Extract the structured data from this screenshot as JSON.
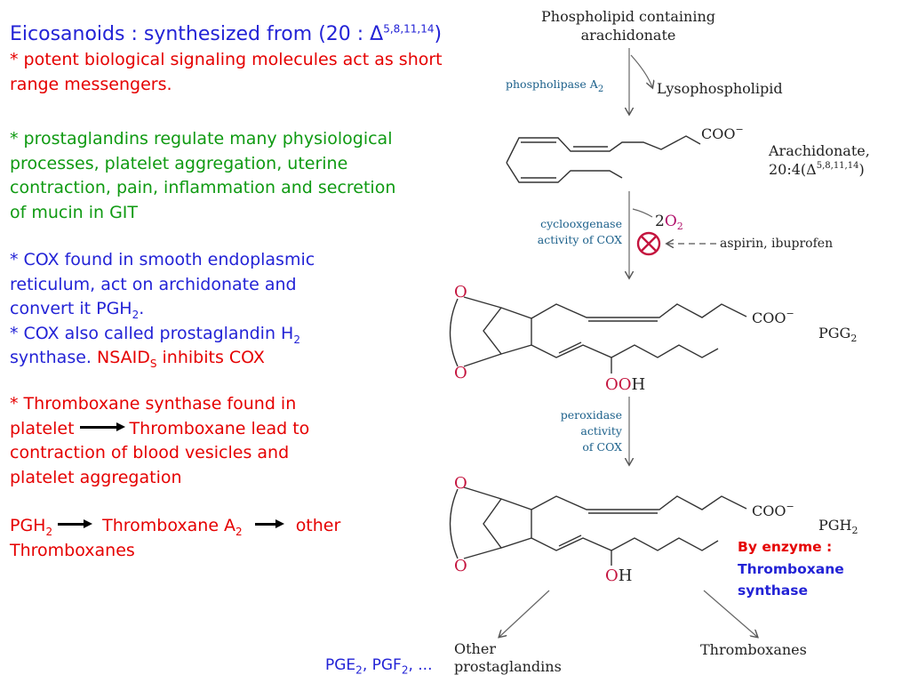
{
  "left_text": {
    "title": {
      "text": "Eicosanoids : synthesized from (20 : ",
      "delta": "Δ",
      "sup": "5,8,11,14",
      "close": ")"
    },
    "p1": {
      "line1": "* potent biological signaling molecules act as short",
      "line2": "range messengers."
    },
    "p2": {
      "line1": "* prostaglandins regulate many physiological",
      "line2": "processes, platelet aggregation, uterine",
      "line3": "contraction, pain, inflammation and secretion",
      "line4": "of mucin in GIT"
    },
    "p3": {
      "line1": "* COX found in smooth endoplasmic",
      "line2": "reticulum, act on archidonate and",
      "line3_pre": "convert it PGH",
      "line3_sub": "2",
      "line3_post": ".",
      "line4_pre": "* COX also called prostaglandin H",
      "line4_sub": "2",
      "line5_pre": "synthase.",
      "line5_nsaid": "NSAID",
      "line5_nsaid_sub": "S",
      "line5_post": "inhibits  COX"
    },
    "p4": {
      "line1": "* Thromboxane synthase found in",
      "line2_a": "platelet",
      "line2_b": "Thromboxane lead to",
      "line3": "contraction of blood vesicles and",
      "line4": "platelet aggregation"
    },
    "p5": {
      "pgh": "PGH",
      "pgh_sub": "2",
      "txa": "Thromboxane A",
      "txa_sub": "2",
      "other": "other",
      "line2": "Thromboxanes"
    }
  },
  "diagram": {
    "start_line1": "Phospholipid containing",
    "start_line2": "arachidonate",
    "enzyme1": "phospholipase A",
    "enzyme1_sub": "2",
    "product1": "Lysophospholipid",
    "coo": "COO",
    "coo_charge": "−",
    "arach_line1": "Arachidonate,",
    "arach_line2_pre": "20:4(Δ",
    "arach_line2_sup": "5,8,11,14",
    "arach_line2_post": ")",
    "enzyme2_line1": "cyclooxgenase",
    "enzyme2_line2": "activity of COX",
    "o2_coef": "2",
    "o2": "O",
    "o2_sub": "2",
    "inhibitors": "aspirin, ibuprofen",
    "ring_o": "O",
    "pgg2": "PGG",
    "pgg2_sub": "2",
    "ooh_o": "OO",
    "ooh_h": "H",
    "enzyme3_line1": "peroxidase",
    "enzyme3_line2": "activity",
    "enzyme3_line3": "of COX",
    "pgh2": "PGH",
    "pgh2_sub": "2",
    "oh_o": "O",
    "oh_h": "H",
    "other_line1": "Other",
    "other_line2": "prostaglandins",
    "thromboxanes": "Thromboxanes"
  },
  "enzyme_note": {
    "line1": "By enzyme :",
    "line2": "Thromboxane",
    "line3": "synthase"
  },
  "bottom_note": {
    "pge": "PGE",
    "pge_sub": "2",
    "sep": ", PGF",
    "pgf_sub": "2",
    "tail": ", ..."
  },
  "colors": {
    "blue": "#2323d6",
    "red": "#e50000",
    "green": "#0f9a12",
    "enzyme_label": "#1a5f8a",
    "inhibit": "#c4143e",
    "oxygen": "#b0106a"
  }
}
